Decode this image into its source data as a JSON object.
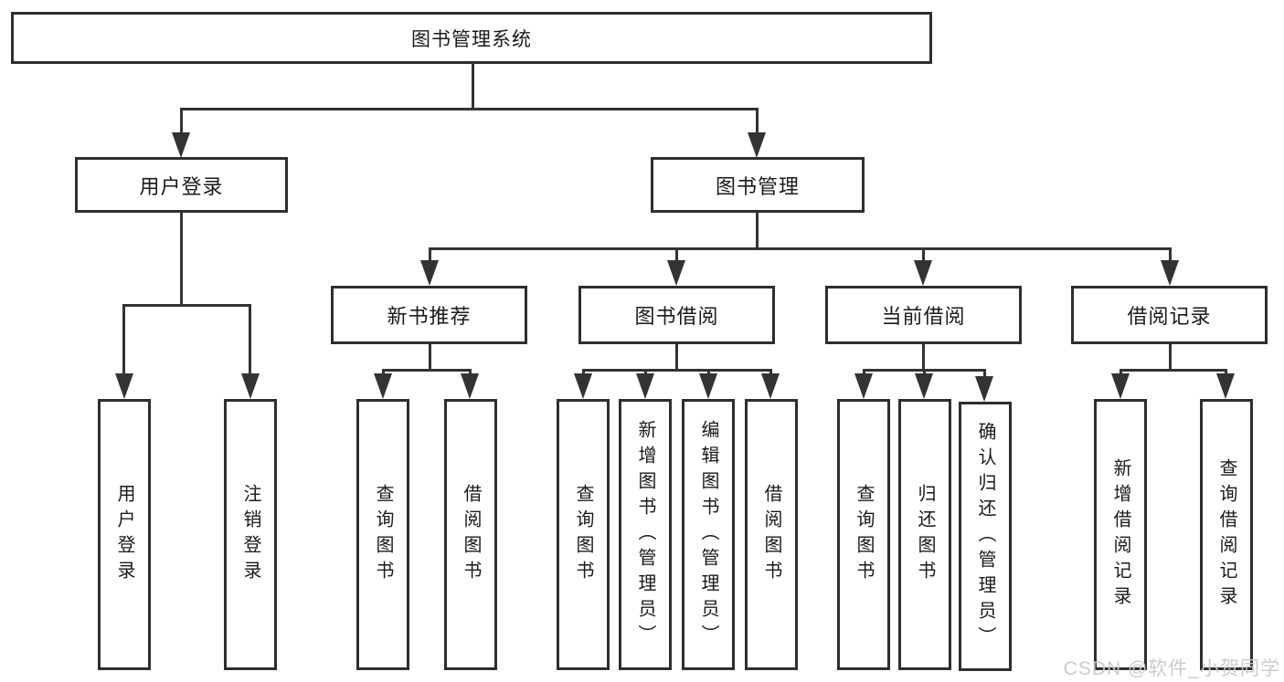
{
  "diagram": {
    "root": {
      "label": "图书管理系统"
    },
    "level1": {
      "user_login": "用户登录",
      "book_mgmt": "图书管理"
    },
    "level2": {
      "recommend": "新书推荐",
      "borrow": "图书借阅",
      "current": "当前借阅",
      "records": "借阅记录"
    },
    "leaves": {
      "login": [
        "用户登录",
        "注销登录"
      ],
      "recommend": [
        "查询图书",
        "借阅图书"
      ],
      "borrow": [
        "查询图书",
        "新增图书（管理员）",
        "编辑图书（管理员）",
        "借阅图书"
      ],
      "current": [
        "查询图书",
        "归还图书",
        "确认归还（管理员）"
      ],
      "records": [
        "新增借阅记录",
        "查询借阅记录"
      ]
    }
  },
  "watermark": "CSDN @软件_小贺同学",
  "colors": {
    "line": "#333333",
    "border": "#2e2e2e",
    "text": "#1a1a1a",
    "watermark": "#c9c9c9",
    "background": "#ffffff"
  }
}
